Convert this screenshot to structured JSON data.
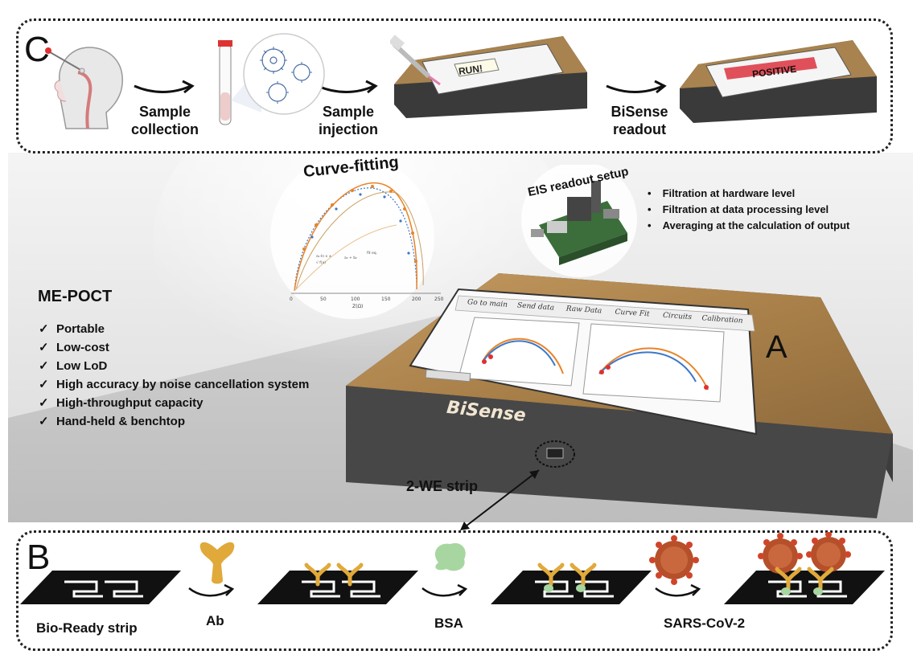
{
  "panel_c": {
    "letter": "C",
    "steps": [
      {
        "label1": "Sample",
        "label2": "collection"
      },
      {
        "label1": "Sample",
        "label2": "injection"
      },
      {
        "label1": "BiSense",
        "label2": "readout"
      }
    ],
    "screen_run": "RUN!",
    "screen_positive": "POSITIVE"
  },
  "middle": {
    "curve_title": "Curve-fitting",
    "eis_title": "EIS readout setup",
    "eis_bullets": [
      "Filtration at hardware level",
      "Filtration at data processing level",
      "Averaging at the calculation of output"
    ],
    "mepoct_title": "ME-POCT",
    "mepoct_items": [
      "Portable",
      "Low-cost",
      "Low LoD",
      "High accuracy by noise cancellation system",
      "High-throughput capacity",
      "Hand-held & benchtop"
    ],
    "device_brand": "BiSense",
    "panel_a_letter": "A",
    "screen_tabs": [
      "Go to main",
      "Send data",
      "Raw Data",
      "Curve Fit",
      "Circuits",
      "Calibration"
    ],
    "strip_label": "2-WE strip"
  },
  "panel_b": {
    "letter": "B",
    "labels": {
      "bio_ready": "Bio-Ready strip",
      "ab": "Ab",
      "bsa": "BSA",
      "sars": "SARS-CoV-2"
    }
  },
  "colors": {
    "wood": "#b38a52",
    "device_body": "#4a4a4a",
    "fit_orange": "#e8842a",
    "fit_blue": "#3c78c8",
    "antibody": "#e0a93a",
    "bsa": "#a8d6a0",
    "virus": "#b5502a",
    "positive_red": "#e0505a"
  }
}
